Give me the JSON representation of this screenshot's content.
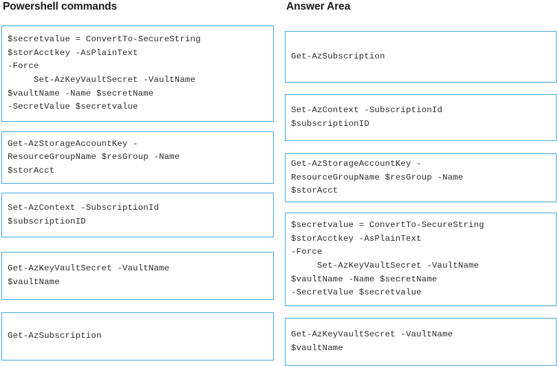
{
  "left_column": {
    "heading": "Powershell commands",
    "cards": [
      {
        "name": "command-card-convertto-securestring",
        "text": "$secretvalue = ConvertTo-SecureString\n$storAcctkey -AsPlainText\n-Force\n     Set-AzKeyVaultSecret -VaultName\n$vaultName -Name $secretName\n-SecretValue $secretvalue"
      },
      {
        "name": "command-card-get-azstorageaccountkey",
        "text": "Get-AzStorageAccountKey -\nResourceGroupName $resGroup -Name\n$storAcct"
      },
      {
        "name": "command-card-set-azcontext",
        "text": "Set-AzContext -SubscriptionId\n$subscriptionID"
      },
      {
        "name": "command-card-get-azkeyvaultsecret",
        "text": "Get-AzKeyVaultSecret -VaultName\n$vaultName"
      },
      {
        "name": "command-card-get-azsubscription",
        "text": "Get-AzSubscription"
      }
    ]
  },
  "right_column": {
    "heading": "Answer Area",
    "cards": [
      {
        "name": "answer-card-get-azsubscription",
        "text": "Get-AzSubscription"
      },
      {
        "name": "answer-card-set-azcontext",
        "text": "Set-AzContext -SubscriptionId\n$subscriptionID"
      },
      {
        "name": "answer-card-get-azstorageaccountkey",
        "text": "Get-AzStorageAccountKey -\nResourceGroupName $resGroup -Name\n$storAcct"
      },
      {
        "name": "answer-card-convertto-securestring",
        "text": "$secretvalue = ConvertTo-SecureString\n$storAcctkey -AsPlainText\n-Force\n     Set-AzKeyVaultSecret -VaultName\n$vaultName -Name $secretName\n-SecretValue $secretvalue"
      },
      {
        "name": "answer-card-get-azkeyvaultsecret",
        "text": "Get-AzKeyVaultSecret -VaultName\n$vaultName"
      }
    ]
  },
  "colors": {
    "card_border": "#41a6dd",
    "card_background": "#ffffff",
    "heading_text": "#1a1a1a",
    "command_text": "#2b2b2b",
    "page_background": "#ffffff"
  }
}
